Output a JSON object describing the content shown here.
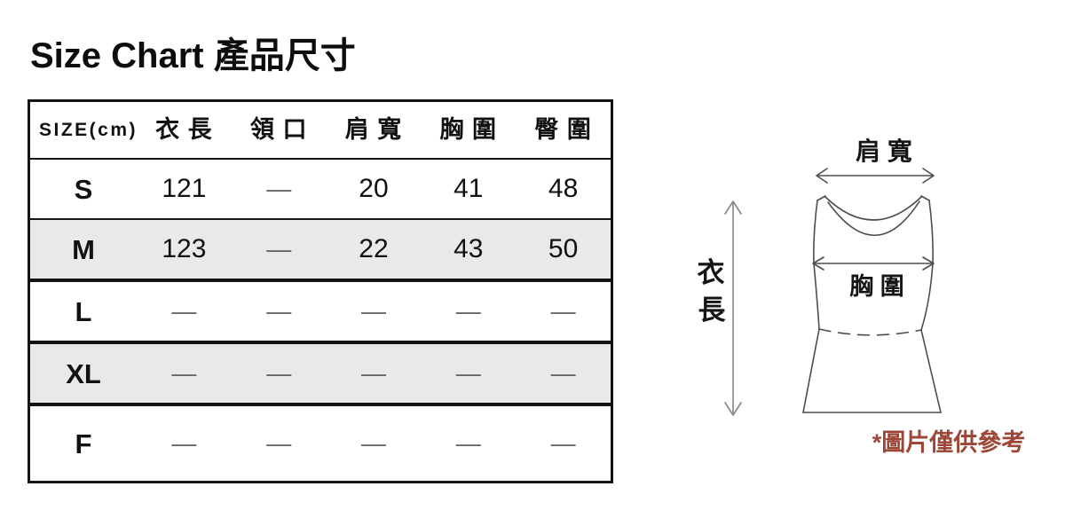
{
  "title": "Size Chart 產品尺寸",
  "table": {
    "columns": [
      "SIZE(cm)",
      "衣 長",
      "領 口",
      "肩 寬",
      "胸 圍",
      "臀 圍"
    ],
    "rows": [
      {
        "size": "S",
        "values": [
          "121",
          "—",
          "20",
          "41",
          "48"
        ]
      },
      {
        "size": "M",
        "values": [
          "123",
          "—",
          "22",
          "43",
          "50"
        ]
      },
      {
        "size": "L",
        "values": [
          "—",
          "—",
          "—",
          "—",
          "—"
        ]
      },
      {
        "size": "XL",
        "values": [
          "—",
          "—",
          "—",
          "—",
          "—"
        ]
      },
      {
        "size": "F",
        "values": [
          "—",
          "—",
          "—",
          "—",
          "—"
        ]
      }
    ]
  },
  "diagram": {
    "shoulder_label": "肩 寬",
    "chest_label": "胸 圍",
    "length_label_chars": [
      "衣",
      "長"
    ],
    "note": "*圖片僅供參考"
  },
  "colors": {
    "table_border": "#141414",
    "shaded_row": "#e9e9e9",
    "dash_text": "#666666",
    "garment_outline": "#4d4d4d",
    "length_arrow": "#8a8a8a",
    "note_text": "#9c4637"
  }
}
